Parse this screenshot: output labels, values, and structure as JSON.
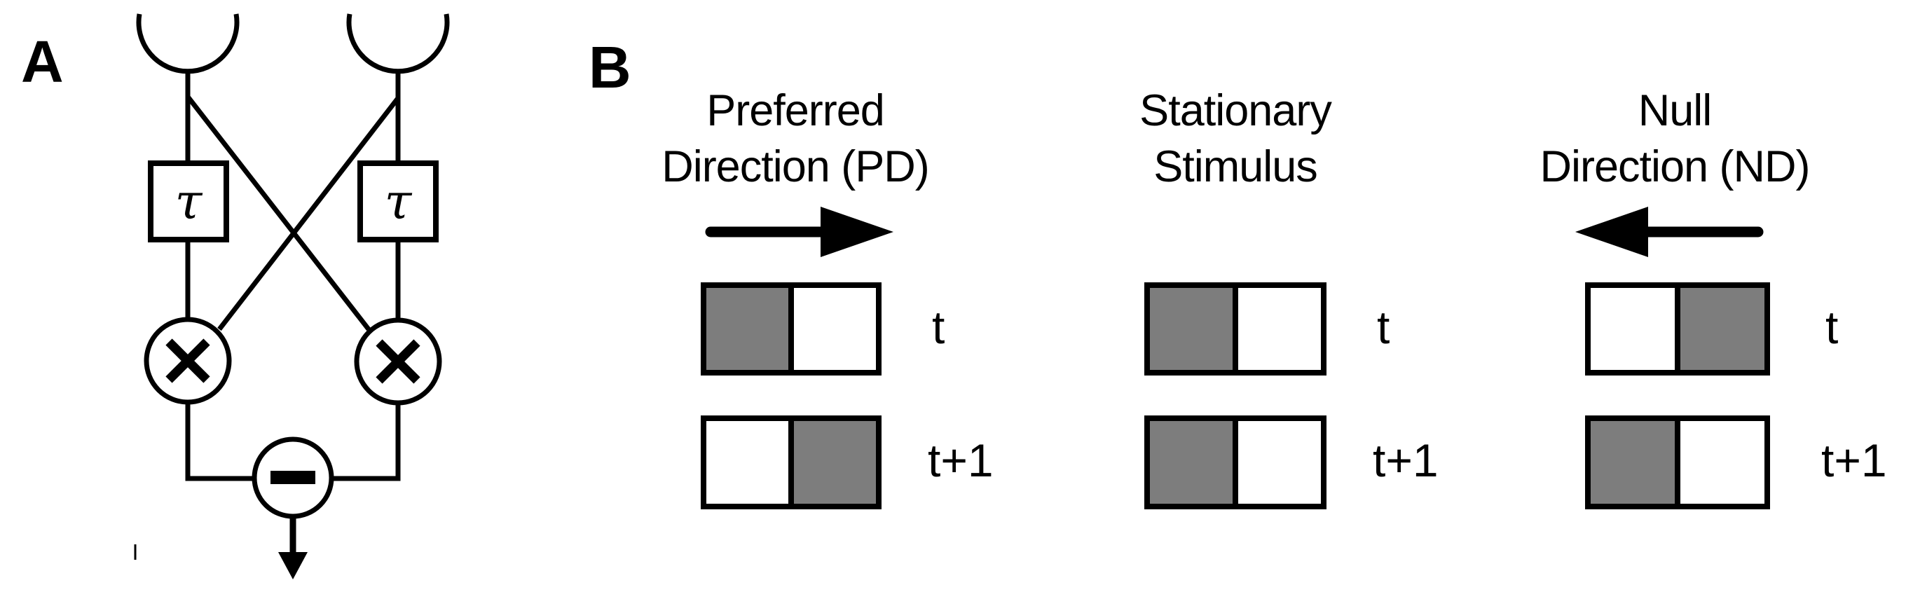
{
  "colors": {
    "ink": "#000000",
    "background": "#ffffff",
    "gray_cell": "#7d7d7d"
  },
  "panel_a": {
    "label": "A",
    "delay_label": "τ"
  },
  "panel_b": {
    "label": "B",
    "columns": [
      {
        "title_line1": "Preferred",
        "title_line2": "Direction (PD)",
        "arrow_direction": "right",
        "rows": [
          {
            "time_label": "t",
            "cells": [
              "gray",
              "white"
            ]
          },
          {
            "time_label": "t+1",
            "cells": [
              "white",
              "gray"
            ]
          }
        ]
      },
      {
        "title_line1": "Stationary",
        "title_line2": "Stimulus",
        "arrow_direction": "none",
        "rows": [
          {
            "time_label": "t",
            "cells": [
              "gray",
              "white"
            ]
          },
          {
            "time_label": "t+1",
            "cells": [
              "gray",
              "white"
            ]
          }
        ]
      },
      {
        "title_line1": "Null",
        "title_line2": "Direction (ND)",
        "arrow_direction": "left",
        "rows": [
          {
            "time_label": "t",
            "cells": [
              "white",
              "gray"
            ]
          },
          {
            "time_label": "t+1",
            "cells": [
              "gray",
              "white"
            ]
          }
        ]
      }
    ]
  }
}
